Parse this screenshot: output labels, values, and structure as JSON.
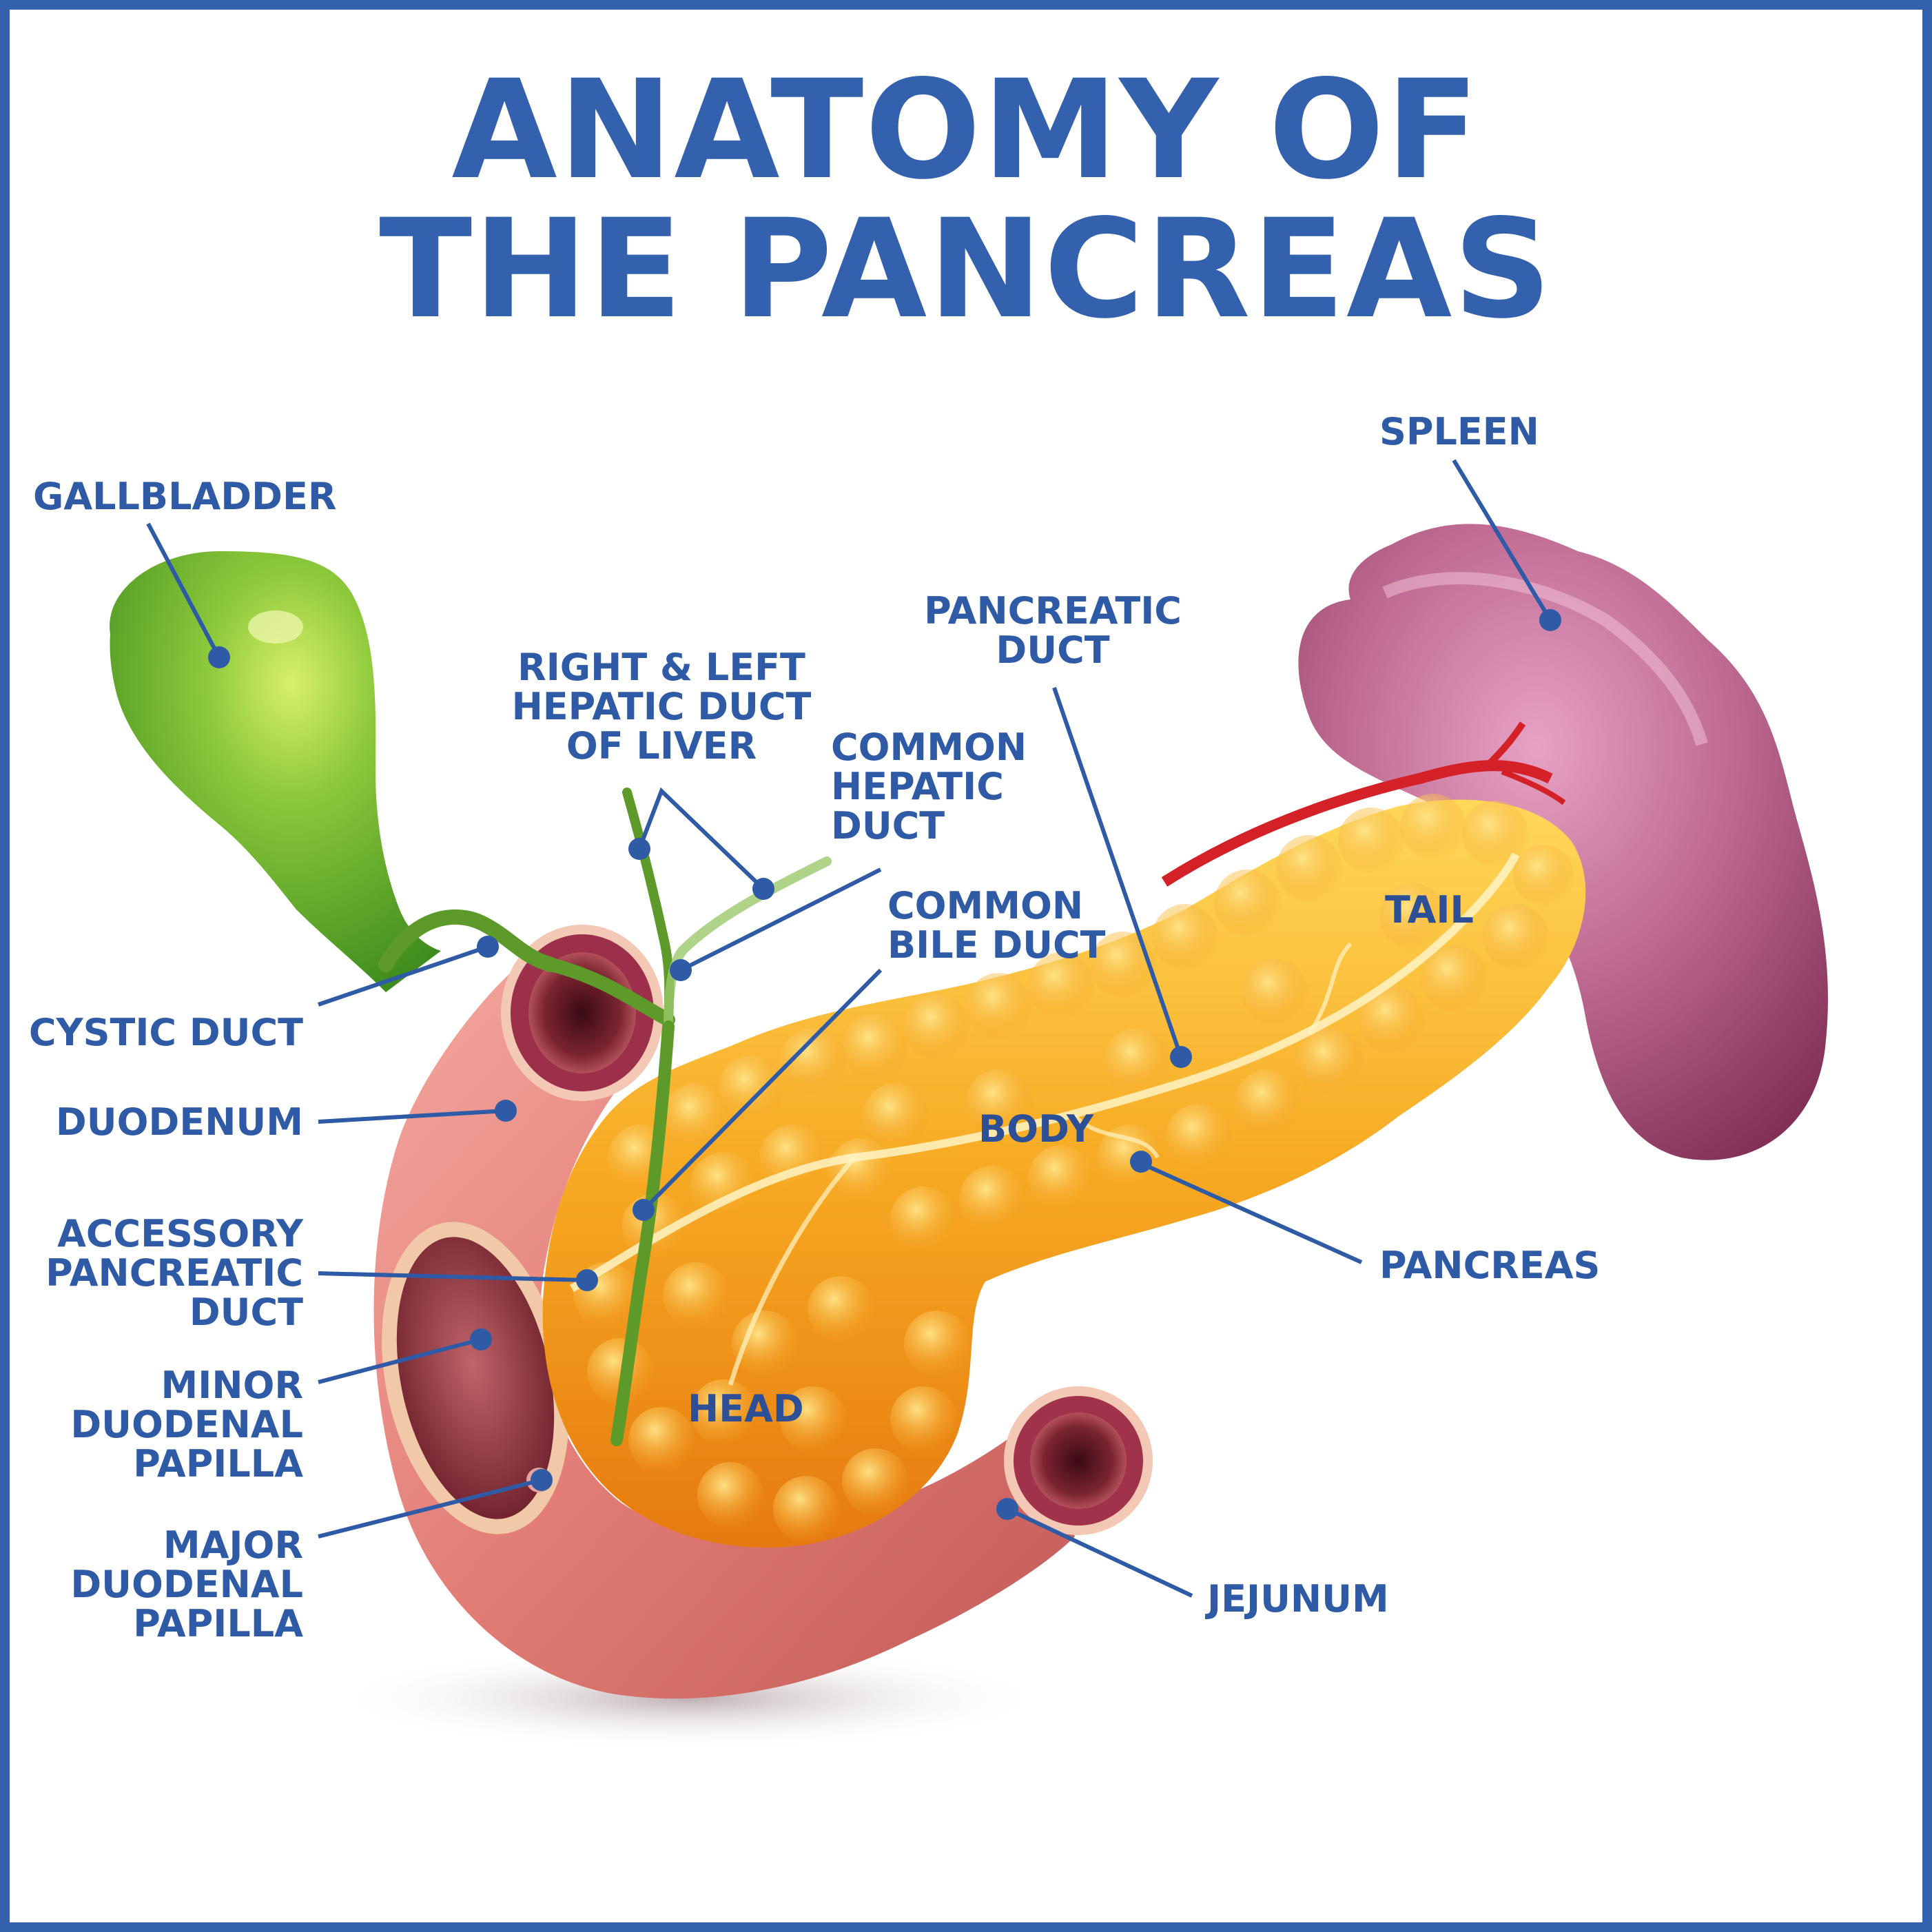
{
  "title": {
    "line1": "ANATOMY OF",
    "line2": "THE PANCREAS"
  },
  "labels": {
    "gallbladder": [
      "GALLBLADDER"
    ],
    "spleen": [
      "SPLEEN"
    ],
    "hepatic_duct": [
      "RIGHT & LEFT",
      "HEPATIC DUCT",
      "OF LIVER"
    ],
    "pancreatic_duct": [
      "PANCREATIC",
      "DUCT"
    ],
    "common_hepatic_duct": [
      "COMMON",
      "HEPATIC",
      "DUCT"
    ],
    "common_bile_duct": [
      "COMMON",
      "BILE DUCT"
    ],
    "tail": [
      "TAIL"
    ],
    "cystic_duct": [
      "CYSTIC DUCT"
    ],
    "duodenum": [
      "DUODENUM"
    ],
    "body": [
      "BODY"
    ],
    "accessory_pancreatic_duct": [
      "ACCESSORY",
      "PANCREATIC",
      "DUCT"
    ],
    "pancreas": [
      "PANCREAS"
    ],
    "minor_duodenal_papilla": [
      "MINOR",
      "DUODENAL",
      "PAPILLA"
    ],
    "head": [
      "HEAD"
    ],
    "major_duodenal_papilla": [
      "MAJOR",
      "DUODENAL",
      "PAPILLA"
    ],
    "jejunum": [
      "JEJUNUM"
    ]
  },
  "colors": {
    "frame": "#3461ad",
    "text": "#2f5aa6",
    "gallbladder": "#6ab62e",
    "spleen": "#b5547e",
    "pancreas": "#f4a81c",
    "duodenum": "#e5807a",
    "artery": "#d42027"
  }
}
